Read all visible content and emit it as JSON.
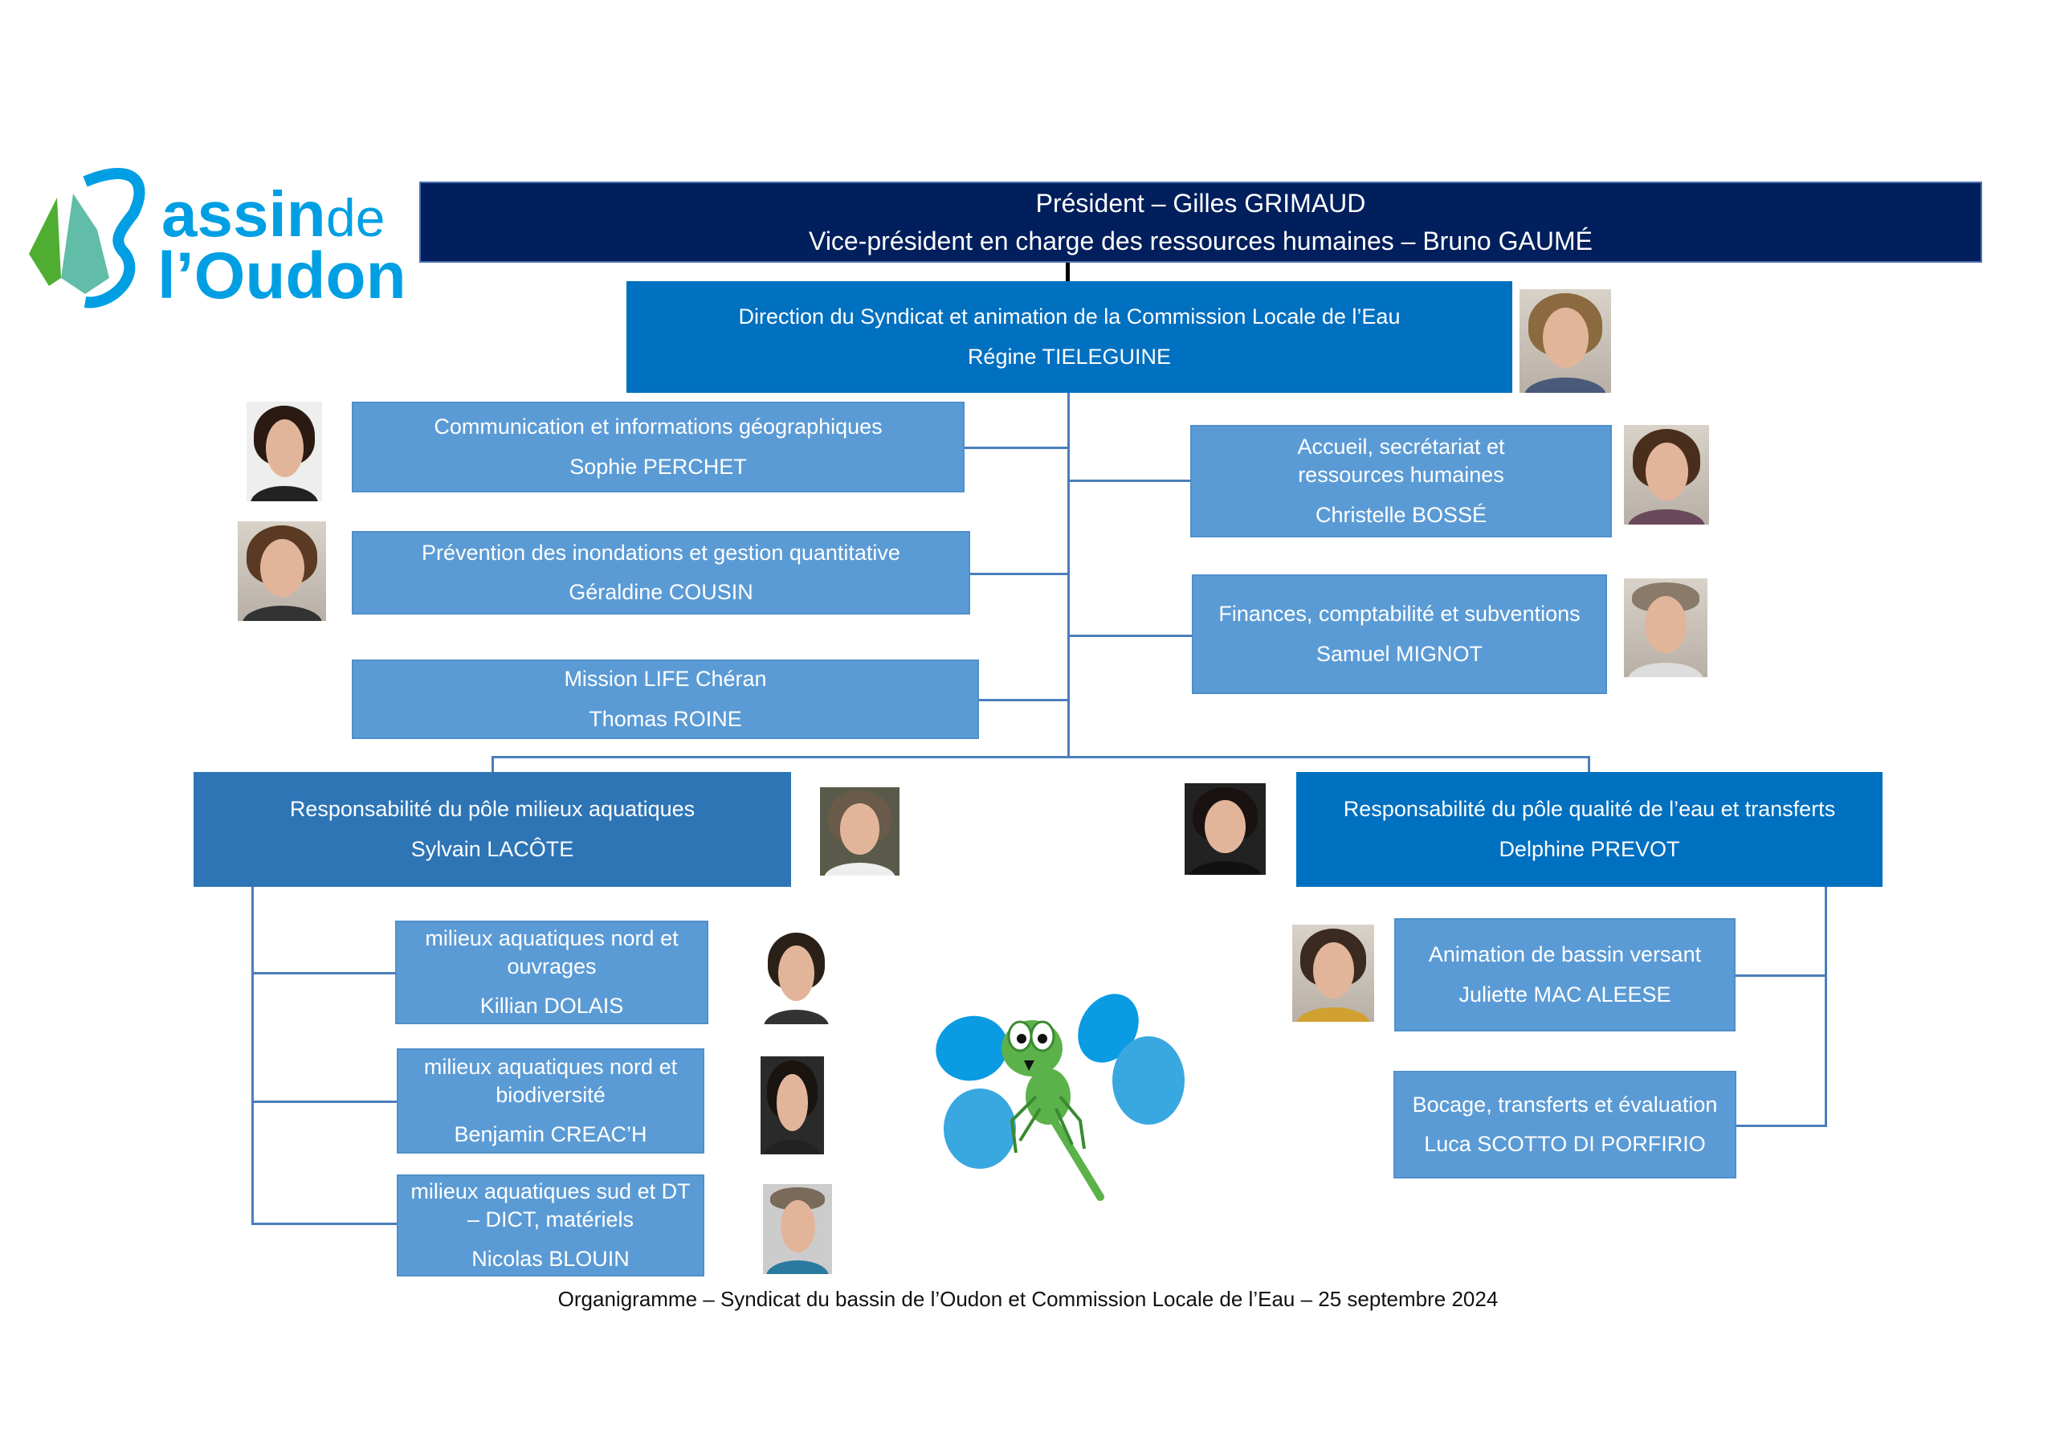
{
  "logo": {
    "text_line1": "Bassin de",
    "text_line2": "l'Oudon"
  },
  "president": {
    "line1": "Président – Gilles GRIMAUD",
    "line2": "Vice-président en charge des ressources humaines – Bruno GAUMÉ"
  },
  "direction": {
    "role": "Direction du Syndicat et animation de la Commission Locale de l’Eau",
    "name": "Régine TIELEGUINE"
  },
  "left_units": [
    {
      "role": "Communication et informations géographiques",
      "name": "Sophie PERCHET"
    },
    {
      "role": "Prévention des inondations et gestion quantitative",
      "name": "Géraldine COUSIN"
    },
    {
      "role": "Mission LIFE Chéran",
      "name": "Thomas ROINE"
    }
  ],
  "right_units": [
    {
      "role": "Accueil, secrétariat et ressources humaines",
      "name": "Christelle BOSSÉ"
    },
    {
      "role": "Finances, comptabilité et subventions",
      "name": "Samuel MIGNOT"
    }
  ],
  "pole_aquatic": {
    "role": "Responsabilité du pôle milieux aquatiques",
    "name": "Sylvain LACÔTE",
    "members": [
      {
        "role": "milieux aquatiques nord et ouvrages",
        "name": "Killian DOLAIS"
      },
      {
        "role": "milieux aquatiques nord et biodiversité",
        "name": "Benjamin CREAC’H"
      },
      {
        "role": "milieux aquatiques sud et DT – DICT, matériels",
        "name": "Nicolas BLOUIN"
      }
    ]
  },
  "pole_quality": {
    "role": "Responsabilité du pôle qualité de l’eau et  transferts",
    "name": "Delphine PREVOT",
    "members": [
      {
        "role": "Animation  de bassin versant",
        "name": "Juliette MAC ALEESE"
      },
      {
        "role": "Bocage, transferts et évaluation",
        "name": "Luca SCOTTO DI PORFIRIO"
      }
    ]
  },
  "caption": "Organigramme – Syndicat du bassin de l’Oudon et Commission Locale de l’Eau – 25 septembre 2024",
  "colors": {
    "navy": "#001f5c",
    "strong": "#0070c0",
    "mid": "#2e75b6",
    "light": "#5b9bd5",
    "line": "#4a7ebb"
  }
}
